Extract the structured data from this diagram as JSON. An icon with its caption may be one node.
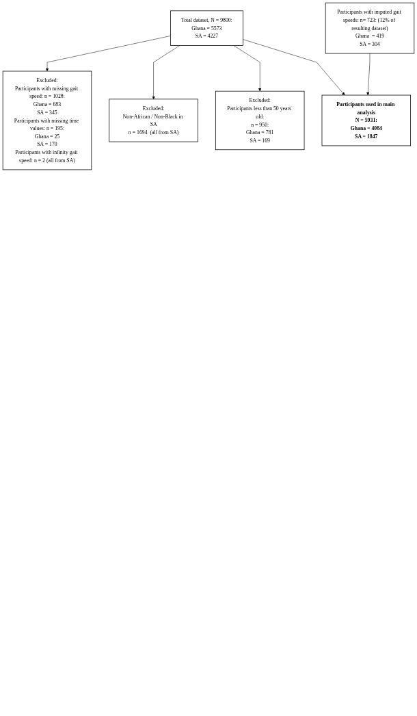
{
  "diagram": {
    "nodes": [
      {
        "text": [
          "Total dataset, N = 9800:",
          "Ghana = 5573",
          "SA = 4227"
        ]
      },
      {
        "text": [
          "Excluded:",
          "Participants with missing gait speed: n = 1028:",
          "Ghana = 683",
          "SA = 345",
          "Participants with missing time values: n = 195:",
          "Ghana = 25",
          "SA = 170",
          "Participants with infinity gait speed: n = 2 (all from SA)"
        ]
      },
      {
        "text": [
          "Excluded:",
          "Non-African / Non-Black in SA",
          "n = 1694  (all from SA)"
        ]
      },
      {
        "text": [
          "Participants with imputed gait speeds: n= 723: (12% of resulting dataset)",
          "Ghana  = 419",
          "SA = 304"
        ]
      },
      {
        "text": [
          "Excluded:",
          "Participants less than 50 years old.",
          "n = 950:",
          "Ghana = 781",
          "SA = 169"
        ]
      },
      {
        "text": [
          "Participants used in main analysis",
          "N = 5931:",
          "Ghana = 4084",
          "SA = 1847"
        ]
      }
    ],
    "edges": [
      {
        "from": 0,
        "to": 1,
        "arrow": "to"
      },
      {
        "from": 0,
        "to": 2,
        "arrow": "to"
      },
      {
        "from": 0,
        "to": 4,
        "arrow": "to"
      },
      {
        "from": 0,
        "to": 5,
        "arrow": "to"
      },
      {
        "from": 3,
        "to": 5,
        "arrow": "to"
      }
    ]
  }
}
